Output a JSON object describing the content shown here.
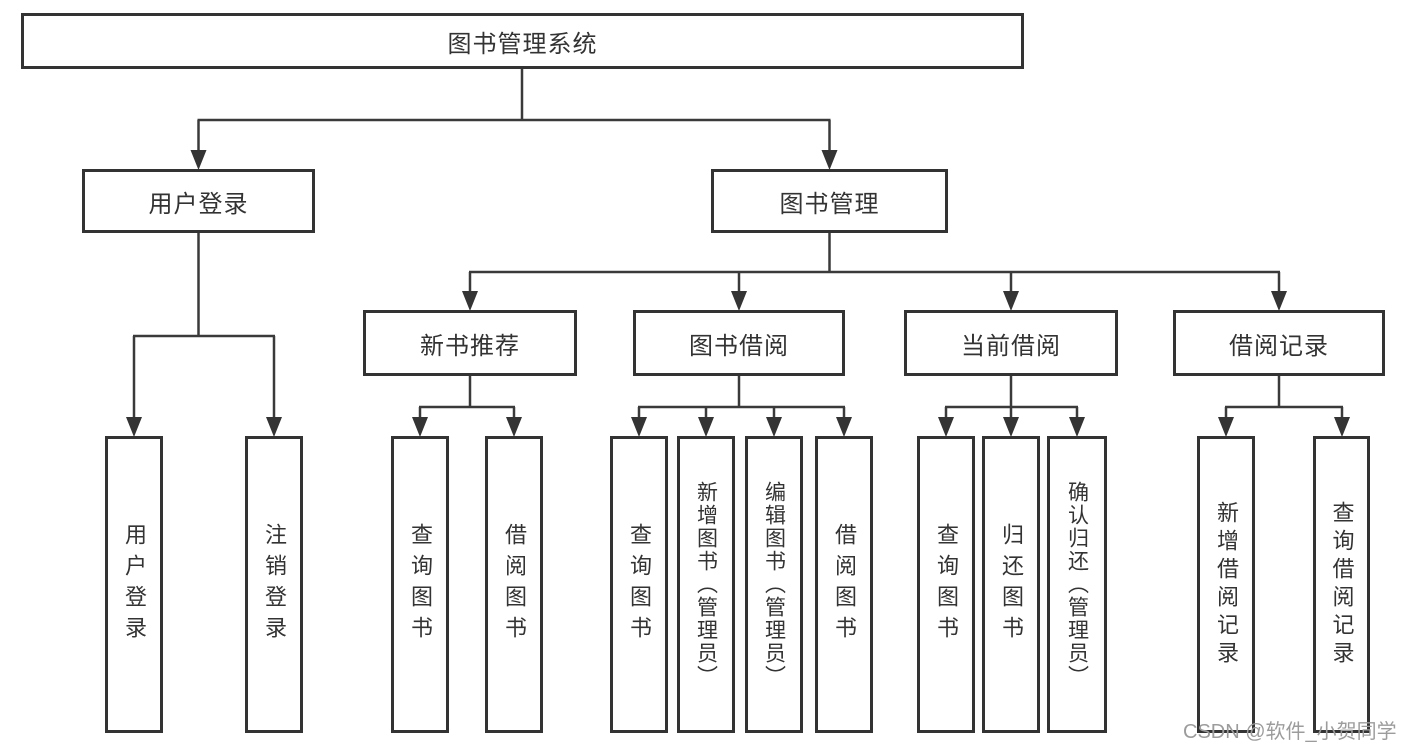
{
  "root": {
    "label": "图书管理系统"
  },
  "level2": [
    {
      "label": "用户登录",
      "leaves": [
        {
          "label": "用户登录"
        },
        {
          "label": "注销登录"
        }
      ]
    },
    {
      "label": "图书管理"
    }
  ],
  "level3": [
    {
      "label": "新书推荐",
      "leaves": [
        {
          "label": "查询图书"
        },
        {
          "label": "借阅图书"
        }
      ]
    },
    {
      "label": "图书借阅",
      "leaves": [
        {
          "label": "查询图书"
        },
        {
          "label": "新增图书（管理员）"
        },
        {
          "label": "编辑图书（管理员）"
        },
        {
          "label": "借阅图书"
        }
      ]
    },
    {
      "label": "当前借阅",
      "leaves": [
        {
          "label": "查询图书"
        },
        {
          "label": "归还图书"
        },
        {
          "label": "确认归还（管理员）"
        }
      ]
    },
    {
      "label": "借阅记录",
      "leaves": [
        {
          "label": "新增借阅记录"
        },
        {
          "label": "查询借阅记录"
        }
      ]
    }
  ],
  "watermark": {
    "text": "CSDN @软件_小贺同学"
  },
  "colors": {
    "line": "#3a3a3a",
    "border": "#333333",
    "text": "#333333",
    "watermark": "#9c9c9c",
    "background": "#ffffff"
  }
}
